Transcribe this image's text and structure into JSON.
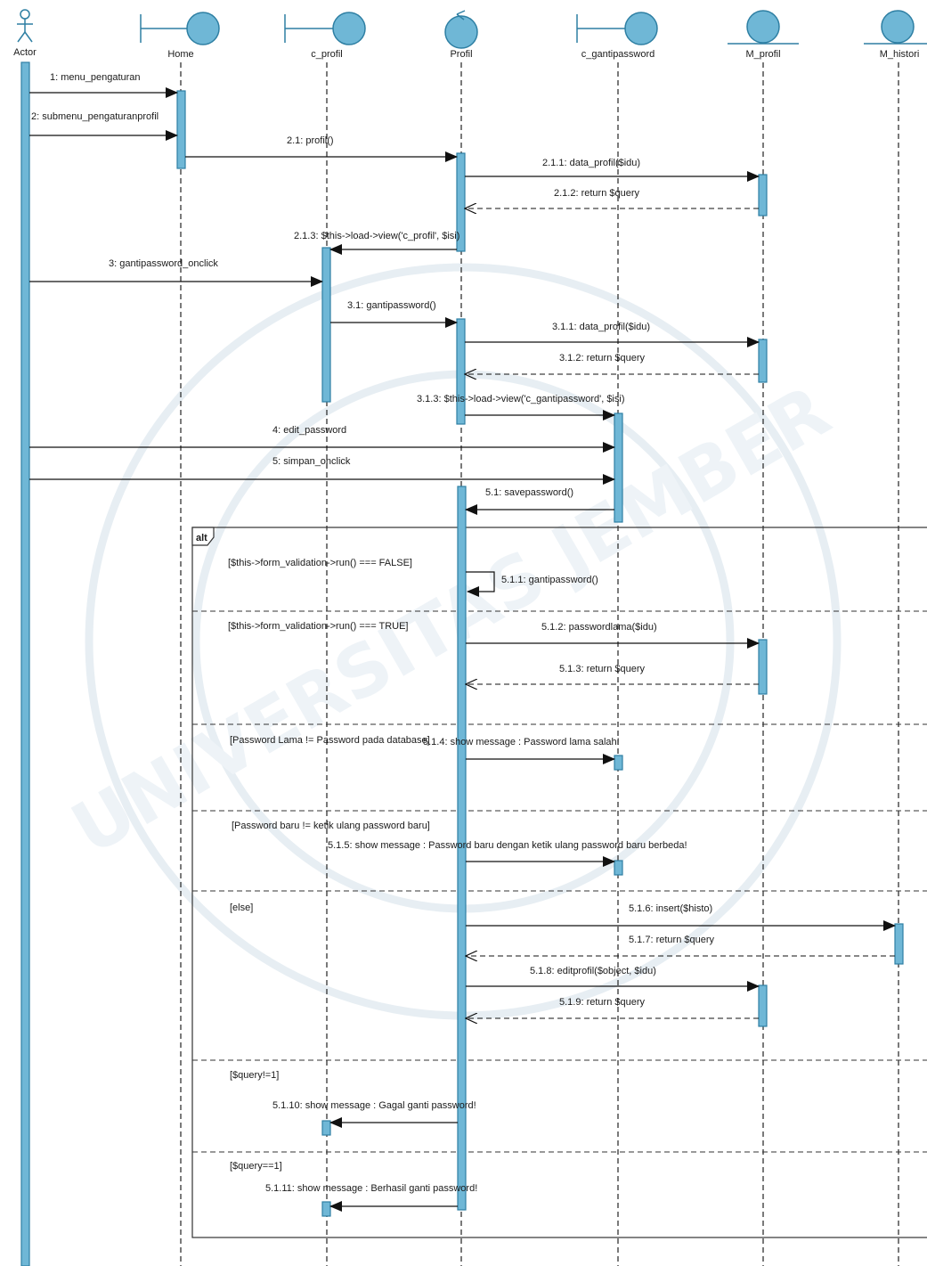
{
  "lifelines": [
    {
      "id": "actor",
      "label": "Actor",
      "kind": "actor"
    },
    {
      "id": "home",
      "label": "Home",
      "kind": "boundary"
    },
    {
      "id": "c_profil",
      "label": "c_profil",
      "kind": "boundary"
    },
    {
      "id": "profil",
      "label": "Profil",
      "kind": "control"
    },
    {
      "id": "c_gantipassword",
      "label": "c_gantipassword",
      "kind": "boundary"
    },
    {
      "id": "m_profil",
      "label": "M_profil",
      "kind": "entity"
    },
    {
      "id": "m_histori",
      "label": "M_histori",
      "kind": "entity"
    }
  ],
  "messages": [
    {
      "label": "1: menu_pengaturan",
      "from": "actor",
      "to": "home",
      "type": "sync"
    },
    {
      "label": "2: submenu_pengaturanprofil",
      "from": "actor",
      "to": "home",
      "type": "sync"
    },
    {
      "label": "2.1: profil()",
      "from": "home",
      "to": "profil",
      "type": "sync"
    },
    {
      "label": "2.1.1: data_profil($idu)",
      "from": "profil",
      "to": "m_profil",
      "type": "sync"
    },
    {
      "label": "2.1.2: return $query",
      "from": "m_profil",
      "to": "profil",
      "type": "return"
    },
    {
      "label": "2.1.3: $this->load->view('c_profil', $isi)",
      "from": "profil",
      "to": "c_profil",
      "type": "sync"
    },
    {
      "label": "3: gantipassword_onclick",
      "from": "actor",
      "to": "c_profil",
      "type": "sync"
    },
    {
      "label": "3.1: gantipassword()",
      "from": "c_profil",
      "to": "profil",
      "type": "sync"
    },
    {
      "label": "3.1.1: data_profil($idu)",
      "from": "profil",
      "to": "m_profil",
      "type": "sync"
    },
    {
      "label": "3.1.2: return $query",
      "from": "m_profil",
      "to": "profil",
      "type": "return"
    },
    {
      "label": "3.1.3: $this->load->view('c_gantipassword', $isi)",
      "from": "profil",
      "to": "c_gantipassword",
      "type": "sync"
    },
    {
      "label": "4: edit_password",
      "from": "actor",
      "to": "c_gantipassword",
      "type": "sync"
    },
    {
      "label": "5: simpan_onclick",
      "from": "actor",
      "to": "c_gantipassword",
      "type": "sync"
    },
    {
      "label": "5.1: savepassword()",
      "from": "c_gantipassword",
      "to": "profil",
      "type": "sync"
    },
    {
      "label": "5.1.1: gantipassword()",
      "from": "profil",
      "to": "profil",
      "type": "self"
    },
    {
      "label": "5.1.2: passwordlama($idu)",
      "from": "profil",
      "to": "m_profil",
      "type": "sync"
    },
    {
      "label": "5.1.3: return $query",
      "from": "m_profil",
      "to": "profil",
      "type": "return"
    },
    {
      "label": "5.1.4: show message : Password lama salah!",
      "from": "profil",
      "to": "c_gantipassword",
      "type": "sync"
    },
    {
      "label": "5.1.5: show message : Password baru dengan ketik ulang password baru berbeda!",
      "from": "profil",
      "to": "c_gantipassword",
      "type": "sync"
    },
    {
      "label": "5.1.6: insert($histo)",
      "from": "profil",
      "to": "m_histori",
      "type": "sync"
    },
    {
      "label": "5.1.7: return $query",
      "from": "m_histori",
      "to": "profil",
      "type": "return"
    },
    {
      "label": "5.1.8: editprofil($object, $idu)",
      "from": "profil",
      "to": "m_profil",
      "type": "sync"
    },
    {
      "label": "5.1.9: return $query",
      "from": "m_profil",
      "to": "profil",
      "type": "return"
    },
    {
      "label": "5.1.10: show message : Gagal ganti password!",
      "from": "profil",
      "to": "c_profil",
      "type": "sync"
    },
    {
      "label": "5.1.11: show message : Berhasil ganti password!",
      "from": "profil",
      "to": "c_profil",
      "type": "sync"
    }
  ],
  "fragment": {
    "operator": "alt",
    "guards": [
      "[$this->form_validation->run() === FALSE]",
      "[$this->form_validation->run() === TRUE]",
      "[Password Lama != Password pada database]",
      "[Password baru != ketik ulang password baru]",
      "[else]",
      "[$query!=1]",
      "[$query==1]"
    ]
  },
  "watermark": "UNIVERSITAS JEMBER"
}
